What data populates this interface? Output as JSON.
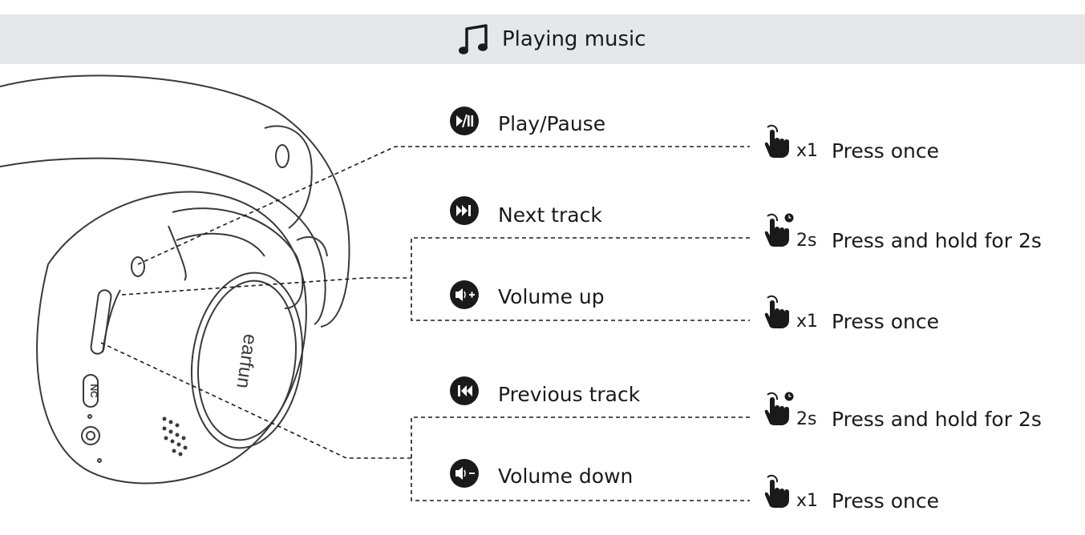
{
  "header": {
    "title": "Playing music",
    "icon": "music-note-icon",
    "band_color": "#e6e7e8"
  },
  "headphone": {
    "logo_text": "earfun",
    "nc_text": "NC"
  },
  "controls": [
    {
      "icon": "play-pause-icon",
      "label": "Play/Pause",
      "gesture_icon": "tap-hand-icon",
      "count": "x1",
      "action": "Press once"
    },
    {
      "icon": "next-track-icon",
      "label": "Next track",
      "gesture_icon": "hold-hand-icon",
      "count": "2s",
      "action": "Press and hold for 2s"
    },
    {
      "icon": "volume-up-icon",
      "label": "Volume up",
      "gesture_icon": "tap-hand-icon",
      "count": "x1",
      "action": "Press once"
    },
    {
      "icon": "previous-track-icon",
      "label": "Previous track",
      "gesture_icon": "hold-hand-icon",
      "count": "2s",
      "action": "Press and hold for 2s"
    },
    {
      "icon": "volume-down-icon",
      "label": "Volume down",
      "gesture_icon": "tap-hand-icon",
      "count": "x1",
      "action": "Press once"
    }
  ]
}
